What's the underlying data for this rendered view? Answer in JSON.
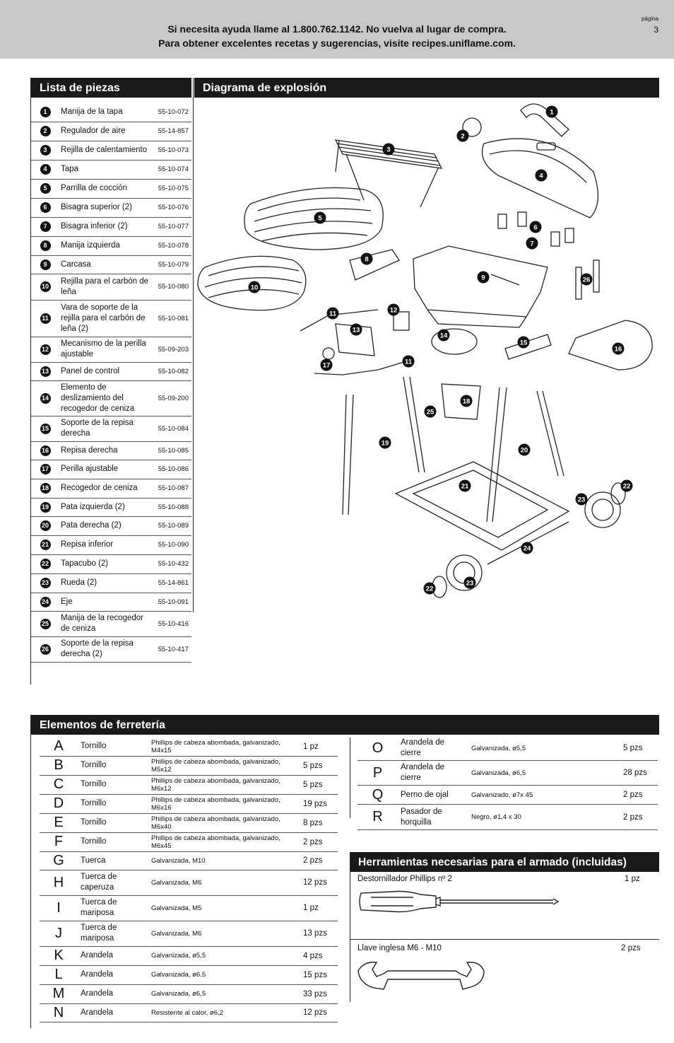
{
  "banner": {
    "line1": "Si necesita ayuda llame al 1.800.762.1142. No vuelva al lugar de compra.",
    "line2": "Para obtener excelentes recetas y sugerencias, visite recipes.uniflame.com.",
    "page_label": "página",
    "page_number": "3"
  },
  "parts_list": {
    "title": "Lista de piezas",
    "items": [
      {
        "num": "1",
        "name": "Manija de la tapa",
        "code": "55-10-072"
      },
      {
        "num": "2",
        "name": "Regulador de aire",
        "code": "55-14-857"
      },
      {
        "num": "3",
        "name": "Rejilla de calentamiento",
        "code": "55-10-073"
      },
      {
        "num": "4",
        "name": "Tapa",
        "code": "55-10-074"
      },
      {
        "num": "5",
        "name": "Parrilla de cocción",
        "code": "55-10-075"
      },
      {
        "num": "6",
        "name": "Bisagra superior (2)",
        "code": "55-10-076"
      },
      {
        "num": "7",
        "name": "Bisagra inferior (2)",
        "code": "55-10-077"
      },
      {
        "num": "8",
        "name": "Manija izquierda",
        "code": "55-10-078"
      },
      {
        "num": "9",
        "name": "Carcasa",
        "code": "55-10-079"
      },
      {
        "num": "10",
        "name": "Rejilla para el carbón de leña",
        "code": "55-10-080"
      },
      {
        "num": "11",
        "name": "Vara de soporte de la rejilla para el carbón de leña (2)",
        "code": "55-10-081"
      },
      {
        "num": "12",
        "name": "Mecanismo de la perilla ajustable",
        "code": "55-09-203"
      },
      {
        "num": "13",
        "name": "Panel de control",
        "code": "55-10-082"
      },
      {
        "num": "14",
        "name": "Elemento de deslizamiento del recogedor de ceniza",
        "code": "55-09-200"
      },
      {
        "num": "15",
        "name": "Soporte de la repisa derecha",
        "code": "55-10-084"
      },
      {
        "num": "16",
        "name": "Repisa derecha",
        "code": "55-10-085"
      },
      {
        "num": "17",
        "name": "Perilla ajustable",
        "code": "55-10-086"
      },
      {
        "num": "18",
        "name": "Recogedor de ceniza",
        "code": "55-10-087"
      },
      {
        "num": "19",
        "name": "Pata izquierda (2)",
        "code": "55-10-088"
      },
      {
        "num": "20",
        "name": "Pata derecha (2)",
        "code": "55-10-089"
      },
      {
        "num": "21",
        "name": "Repisa inferior",
        "code": "55-10-090"
      },
      {
        "num": "22",
        "name": "Tapacubo (2)",
        "code": "55-10-432"
      },
      {
        "num": "23",
        "name": "Rueda (2)",
        "code": "55-14-861"
      },
      {
        "num": "24",
        "name": "Eje",
        "code": "55-10-091"
      },
      {
        "num": "25",
        "name": "Manija de la recogedor de ceniza",
        "code": "55-10-416"
      },
      {
        "num": "26",
        "name": "Soporte de la repisa derecha (2)",
        "code": "55-10-417"
      }
    ]
  },
  "diagram": {
    "title": "Diagrama de explosión",
    "callouts": [
      "1",
      "2",
      "3",
      "4",
      "5",
      "6",
      "7",
      "8",
      "9",
      "10",
      "11",
      "12",
      "13",
      "14",
      "11",
      "15",
      "16",
      "17",
      "18",
      "25",
      "19",
      "20",
      "21",
      "22",
      "23",
      "24",
      "23",
      "22",
      "26"
    ]
  },
  "hardware": {
    "title": "Elementos de ferretería",
    "left": [
      {
        "letter": "A",
        "name": "Tornillo",
        "spec": "Phillips de cabeza abombada, galvanizado, M4x15",
        "qty": "1 pz"
      },
      {
        "letter": "B",
        "name": "Tornillo",
        "spec": "Phillips de cabeza abombada, galvanizado, M5x12",
        "qty": "5 pzs"
      },
      {
        "letter": "C",
        "name": "Tornillo",
        "spec": "Phillips de cabeza abombada, galvanizado, M6x12",
        "qty": "5 pzs"
      },
      {
        "letter": "D",
        "name": "Tornillo",
        "spec": "Phillips de cabeza abombada, galvanizado, M6x16",
        "qty": "19 pzs"
      },
      {
        "letter": "E",
        "name": "Tornillo",
        "spec": "Phillips de cabeza abombada, galvanizado, M6x40",
        "qty": "8 pzs"
      },
      {
        "letter": "F",
        "name": "Tornillo",
        "spec": "Phillips de cabeza abombada, galvanizado, M6x45",
        "qty": "2 pzs"
      },
      {
        "letter": "G",
        "name": "Tuerca",
        "spec": "Galvanizada, M10",
        "qty": "2 pzs"
      },
      {
        "letter": "H",
        "name": "Tuerca de caperuza",
        "spec": "Galvanizada, M6",
        "qty": "12 pzs"
      },
      {
        "letter": "I",
        "name": "Tuerca de mariposa",
        "spec": "Galvanizada, M5",
        "qty": "1 pz"
      },
      {
        "letter": "J",
        "name": "Tuerca de mariposa",
        "spec": "Galvanizada, M6",
        "qty": "13 pzs"
      },
      {
        "letter": "K",
        "name": "Arandela",
        "spec": "Galvanizada, ø5,5",
        "qty": "4 pzs"
      },
      {
        "letter": "L",
        "name": "Arandela",
        "spec": "Galvanizada, ø6.5",
        "qty": "15 pzs"
      },
      {
        "letter": "M",
        "name": "Arandela",
        "spec": "Galvanizada, ø6,5",
        "qty": "33 pzs"
      },
      {
        "letter": "N",
        "name": "Arandela",
        "spec": "Resistente al calor, ø6,2",
        "qty": "12 pzs"
      }
    ],
    "right": [
      {
        "letter": "O",
        "name": "Arandela de cierre",
        "spec": "Galvanizada, ø5,5",
        "qty": "5 pzs"
      },
      {
        "letter": "P",
        "name": "Arandela de cierre",
        "spec": "Galvanizada, ø6,5",
        "qty": "28 pzs"
      },
      {
        "letter": "Q",
        "name": "Perno de ojal",
        "spec": "Galvanizado, ø7x 45",
        "qty": "2 pzs"
      },
      {
        "letter": "R",
        "name": "Pasador de horquilla",
        "spec": "Negro, ø1,4 x 30",
        "qty": "2 pzs"
      }
    ]
  },
  "tools": {
    "title": "Herramientas necesarias para el armado (incluidas)",
    "items": [
      {
        "name": "Destornillador Phillips nº 2",
        "qty": "1 pz",
        "icon": "screwdriver-icon"
      },
      {
        "name": "Llave inglesa M6 - M10",
        "qty": "2 pzs",
        "icon": "wrench-icon"
      }
    ]
  }
}
